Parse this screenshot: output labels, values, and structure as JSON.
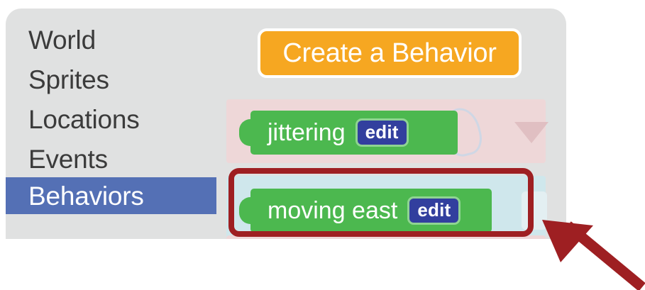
{
  "app": {
    "panel_background": "#e0e1e1"
  },
  "sidebar": {
    "items": [
      {
        "label": "World",
        "active": false
      },
      {
        "label": "Sprites",
        "active": false
      },
      {
        "label": "Locations",
        "active": false
      },
      {
        "label": "Events",
        "active": false
      },
      {
        "label": "Behaviors",
        "active": true
      }
    ],
    "active_highlight_color": "#5470b5",
    "active_text_color": "#ffffff",
    "text_color": "#3b3b3b"
  },
  "content": {
    "create_button": {
      "label": "Create a Behavior",
      "background": "#f6a721",
      "text_color": "#ffffff",
      "border_color": "#ffffff"
    },
    "behaviors": [
      {
        "name": "jittering",
        "edit_label": "edit",
        "block_color": "#4cb84f",
        "edit_badge_color": "#323f9e",
        "highlighted": false
      },
      {
        "name": "moving east",
        "edit_label": "edit",
        "block_color": "#4cb84f",
        "edit_badge_color": "#323f9e",
        "highlighted": true
      }
    ]
  },
  "annotation": {
    "highlight_color": "#9e1f22",
    "arrow_color": "#9e1f22",
    "target": "moving east"
  }
}
